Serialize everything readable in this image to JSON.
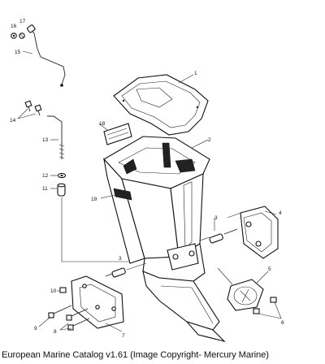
{
  "callouts": {
    "c1": "1",
    "c2": "2",
    "c3a": "3",
    "c3b": "3",
    "c4": "4",
    "c5": "5",
    "c6": "6",
    "c7": "7",
    "c8": "8",
    "c9": "9",
    "c10": "10",
    "c11": "11",
    "c12": "12",
    "c13": "13",
    "c14": "14",
    "c15": "15",
    "c16": "16",
    "c17": "17",
    "c18": "18",
    "c19": "19"
  },
  "caption": "European Marine Catalog v1.61 (Image Copyright- Mercury Marine)"
}
